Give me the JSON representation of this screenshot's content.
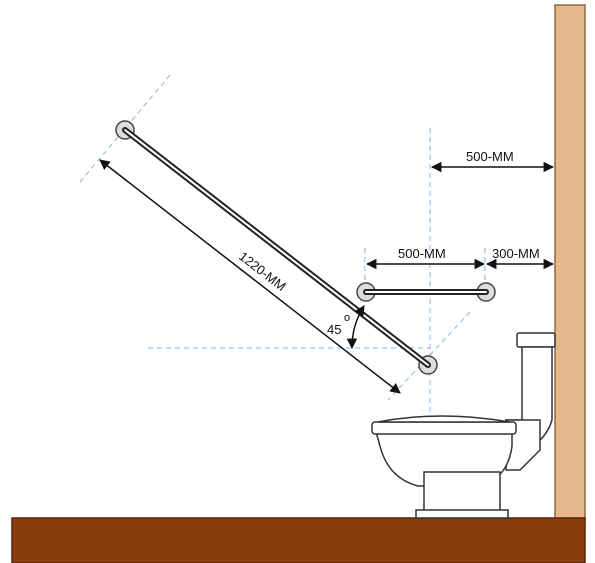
{
  "labels": {
    "top_right_gap": "500-MM",
    "horizontal_bar_length": "500-MM",
    "bar_to_wall": "300-MM",
    "angled_bar_length": "1220-MM",
    "angle_value": "45",
    "angle_unit": "o"
  },
  "colors": {
    "wall": "#e6b98c",
    "floor": "#8a3e10",
    "guide": "#8ab4e3",
    "rail": "#222222",
    "toilet_fill": "#ffffff",
    "toilet_stroke": "#333333"
  }
}
